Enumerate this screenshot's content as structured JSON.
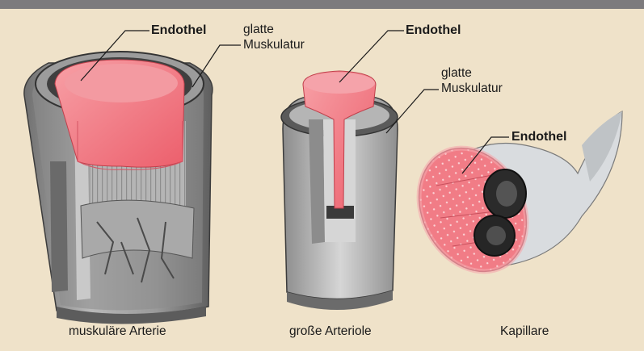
{
  "colors": {
    "background": "#efe2c9",
    "top_bar": "#7d7b7d",
    "endothelium": "#f0747f",
    "muscle_gray": "#a5a5a5",
    "erythrocyte": "#2a2a2a"
  },
  "labels": {
    "artery_endothel": "Endothel",
    "artery_muscle_line1": "glatte",
    "artery_muscle_line2": "Muskulatur",
    "arteriole_endothel": "Endothel",
    "arteriole_muscle_line1": "glatte",
    "arteriole_muscle_line2": "Muskulatur",
    "capillary_endothel": "Endothel"
  },
  "captions": {
    "artery": "muskuläre Arterie",
    "arteriole": "große Arteriole",
    "capillary": "Kapillare"
  }
}
